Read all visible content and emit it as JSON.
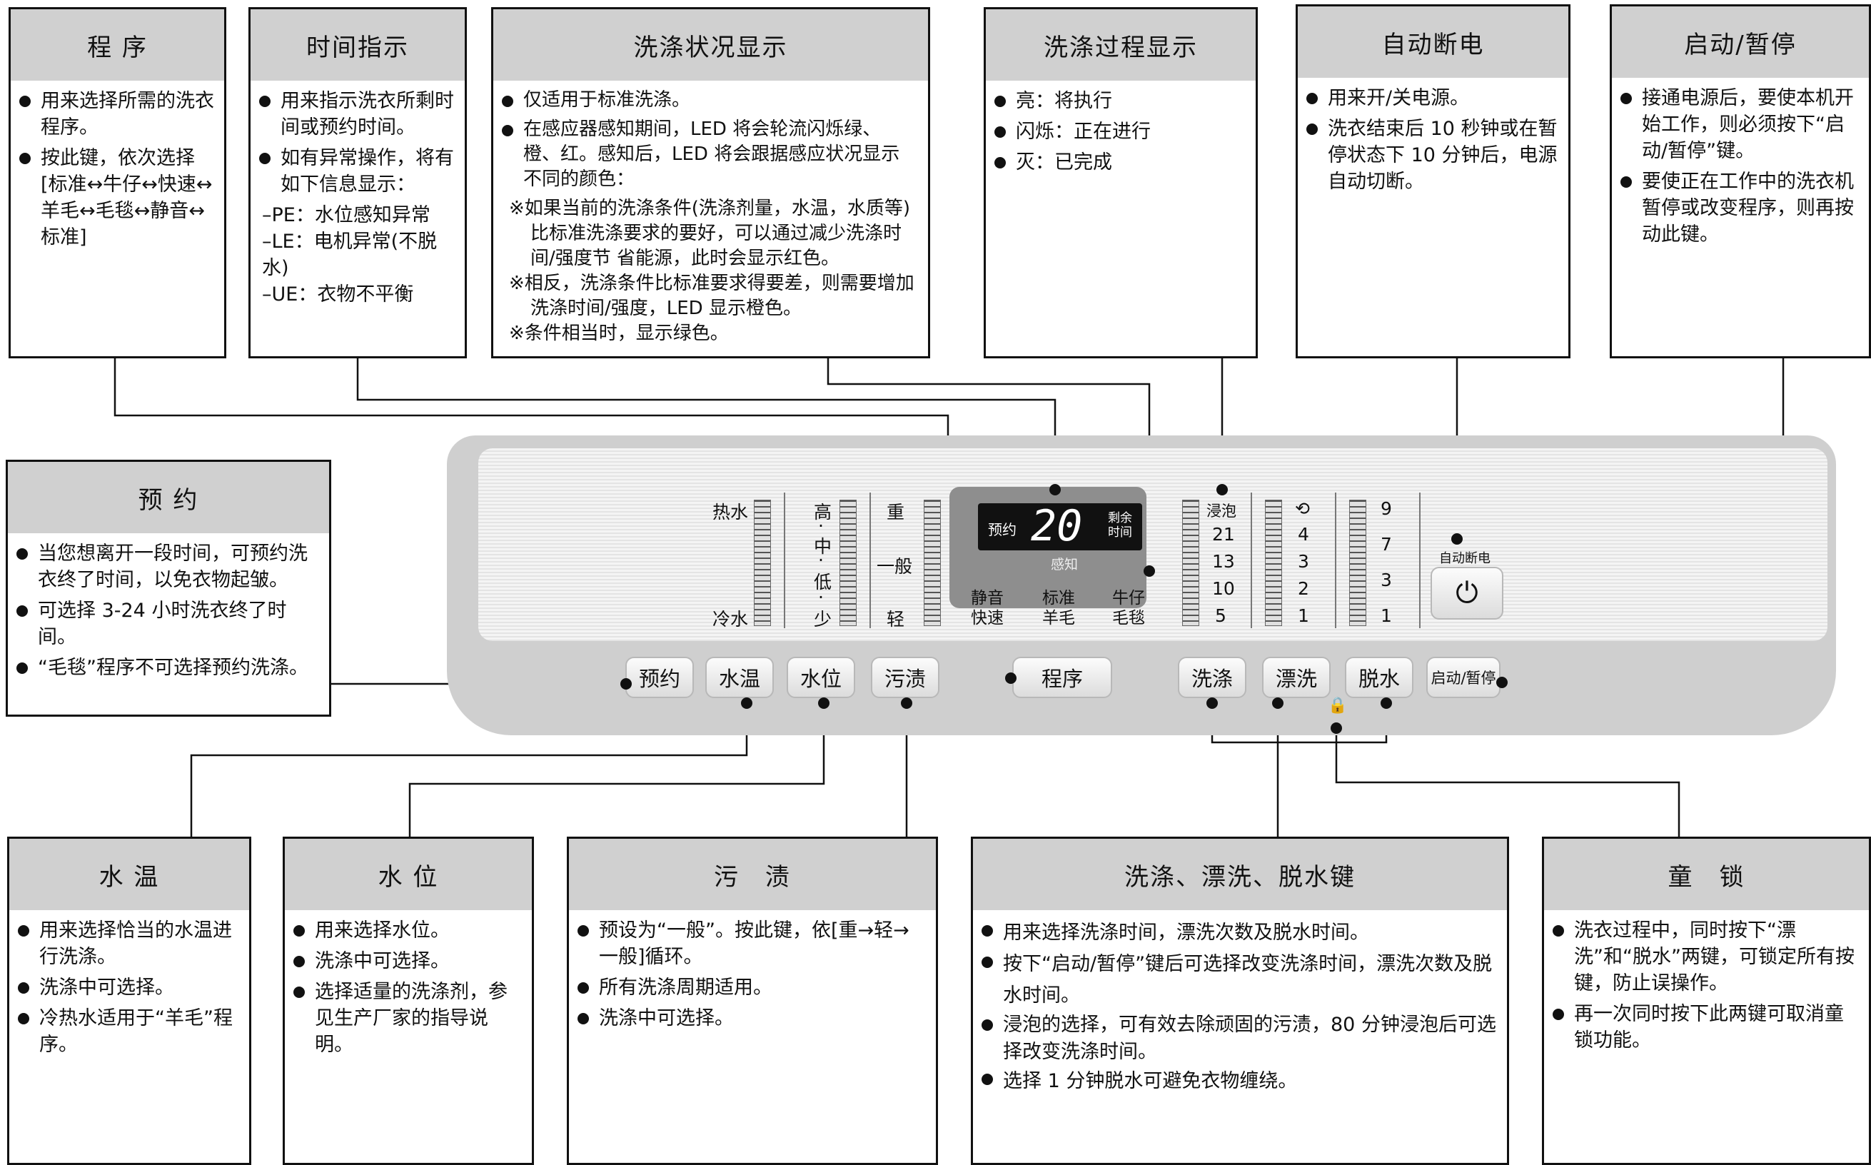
{
  "boxes": {
    "program": {
      "title": "程 序",
      "items": [
        "用来选择所需的洗衣程序。",
        "按此键，依次选择[标准↔牛仔↔快速↔羊毛↔毛毯↔静音↔标准]"
      ]
    },
    "time": {
      "title": "时间指示",
      "items": [
        "用来指示洗衣所剩时间或预约时间。",
        "如有异常操作，将有如下信息显示："
      ],
      "codes": [
        "–PE：水位感知异常",
        "–LE：电机异常(不脱水)",
        "–UE：衣物不平衡"
      ]
    },
    "wash_status": {
      "title": "洗涤状况显示",
      "items": [
        "仅适用于标准洗涤。",
        "在感应器感知期间，LED 将会轮流闪烁绿、橙、红。感知后，LED 将会跟据感应状况显示不同的颜色："
      ],
      "notes": [
        "※如果当前的洗涤条件(洗涤剂量，水温，水质等)比标准洗涤要求的要好，可以通过减少洗涤时间/强度节 省能源，此时会显示红色。",
        "※相反，洗涤条件比标准要求得要差，则需要增加洗涤时间/强度，LED 显示橙色。",
        "※条件相当时，显示绿色。"
      ]
    },
    "process": {
      "title": "洗涤过程显示",
      "items": [
        "亮：将执行",
        "闪烁：正在进行",
        "灭：已完成"
      ]
    },
    "auto_off": {
      "title": "自动断电",
      "items": [
        "用来开/关电源。",
        "洗衣结束后 10 秒钟或在暂停状态下 10 分钟后，电源自动切断。"
      ]
    },
    "start_pause": {
      "title": "启动/暂停",
      "items": [
        "接通电源后，要使本机开始工作，则必须按下“启动/暂停”键。",
        "要使正在工作中的洗衣机暂停或改变程序，则再按动此键。"
      ]
    },
    "reserve": {
      "title": "预 约",
      "items": [
        "当您想离开一段时间，可预约洗衣终了时间，以免衣物起皱。",
        "可选择 3-24 小时洗衣终了时间。",
        "“毛毯”程序不可选择预约洗涤。"
      ]
    },
    "water_temp": {
      "title": "水 温",
      "items": [
        "用来选择恰当的水温进行洗涤。",
        "洗涤中可选择。",
        "冷热水适用于“羊毛”程序。"
      ]
    },
    "water_level": {
      "title": "水 位",
      "items": [
        "用来选择水位。",
        "洗涤中可选择。",
        "选择适量的洗涤剂，参见生产厂家的指导说明。"
      ]
    },
    "soil": {
      "title": "污　渍",
      "items": [
        "预设为“一般”。按此键，依[重→轻→一般]循环。",
        "所有洗涤周期适用。",
        "洗涤中可选择。"
      ]
    },
    "wash_keys": {
      "title": "洗涤、漂洗、脱水键",
      "items": [
        "用来选择洗涤时间，漂洗次数及脱水时间。",
        "按下“启动/暂停”键后可选择改变洗涤时间，漂洗次数及脱水时间。",
        "浸泡的选择，可有效去除顽固的污渍，80 分钟浸泡后可选择改变洗涤时间。",
        "选择 1 分钟脱水可避免衣物缠绕。"
      ]
    },
    "child_lock": {
      "title": "童　锁",
      "items": [
        "洗衣过程中，同时按下“漂洗”和“脱水”两键，可锁定所有按键，防止误操作。",
        "再一次同时按下此两键可取消童锁功能。"
      ]
    }
  },
  "panel": {
    "temp_hot": "热水",
    "temp_cold": "冷水",
    "level": [
      "高",
      "·",
      "中",
      "·",
      "低",
      "·",
      "少"
    ],
    "soil_heavy": "重",
    "soil_normal": "一般",
    "soil_light": "轻",
    "lcd_reserve": "预约",
    "lcd_digits": "20",
    "lcd_remain": "剩余\n时间",
    "sense": "感知",
    "programs": [
      "静音",
      "标准",
      "牛仔",
      "快速",
      "羊毛",
      "毛毯"
    ],
    "wash_col": [
      "浸泡",
      "21",
      "13",
      "10",
      "5"
    ],
    "rinse_col": [
      "4",
      "3",
      "2",
      "1"
    ],
    "spin_col": [
      "9",
      "7",
      "3",
      "1"
    ],
    "auto_off": "自动断电",
    "power_symbol": "⏻",
    "lock_symbol": "🔒"
  },
  "buttons": {
    "reserve": "预约",
    "water_temp": "水温",
    "water_level": "水位",
    "soil": "污渍",
    "program": "程序",
    "wash": "洗涤",
    "rinse": "漂洗",
    "spin": "脱水",
    "start_pause": "启动/暂停"
  }
}
